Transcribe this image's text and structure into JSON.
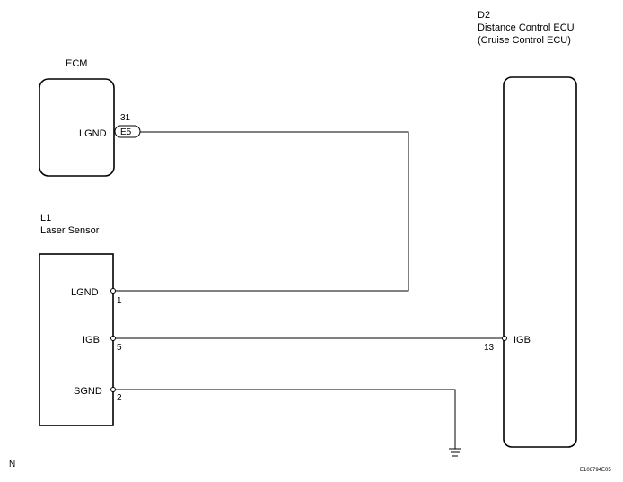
{
  "ecm": {
    "title": "ECM",
    "terminal_label": "LGND",
    "pin_number": "31",
    "connector": "E5"
  },
  "laser_sensor": {
    "code": "L1",
    "name": "Laser Sensor",
    "terminals": [
      {
        "label": "LGND",
        "pin": "1"
      },
      {
        "label": "IGB",
        "pin": "5"
      },
      {
        "label": "SGND",
        "pin": "2"
      }
    ]
  },
  "distance_ecu": {
    "code": "D2",
    "name": "Distance Control ECU",
    "subname": "(Cruise Control ECU)",
    "terminal_label": "IGB",
    "pin_number": "13"
  },
  "footer": {
    "left_mark": "N",
    "figure_code": "E106794E05"
  }
}
